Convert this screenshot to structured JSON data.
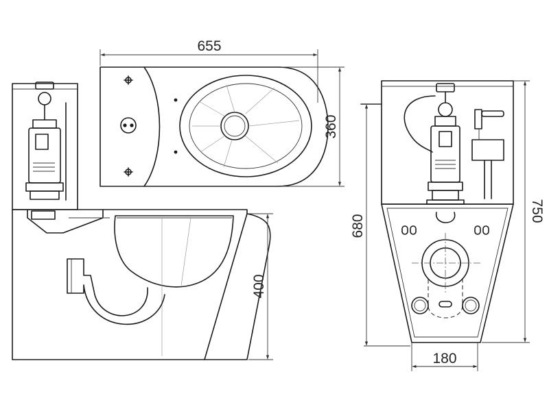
{
  "dimensions": {
    "top_width": "655",
    "top_depth": "360",
    "side_height": "400",
    "front_height_bowl": "680",
    "front_height_total": "750",
    "front_outlet_width": "180"
  },
  "colors": {
    "line": "#1a1a1a",
    "background": "#ffffff"
  }
}
